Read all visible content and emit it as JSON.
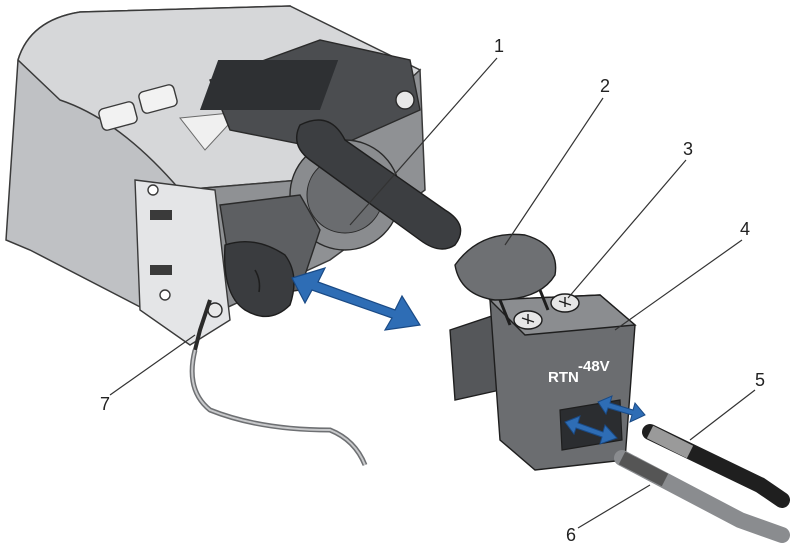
{
  "callouts": [
    {
      "id": "1",
      "label": "1"
    },
    {
      "id": "2",
      "label": "2"
    },
    {
      "id": "3",
      "label": "3"
    },
    {
      "id": "4",
      "label": "4"
    },
    {
      "id": "5",
      "label": "5"
    },
    {
      "id": "6",
      "label": "6"
    },
    {
      "id": "7",
      "label": "7"
    }
  ],
  "terminal": {
    "label_rtn": "RTN",
    "label_48v": "-48V"
  },
  "colors": {
    "chassis_light": "#cfd0d2",
    "chassis_mid": "#a9abae",
    "chassis_dark": "#5a5c5f",
    "handle": "#3c3e41",
    "connector": "#6b6d70",
    "connector_dark": "#4a4c4f",
    "arrow_blue": "#2e6db5",
    "wire_black": "#1f1f1f",
    "wire_gray": "#8a8c8f"
  }
}
